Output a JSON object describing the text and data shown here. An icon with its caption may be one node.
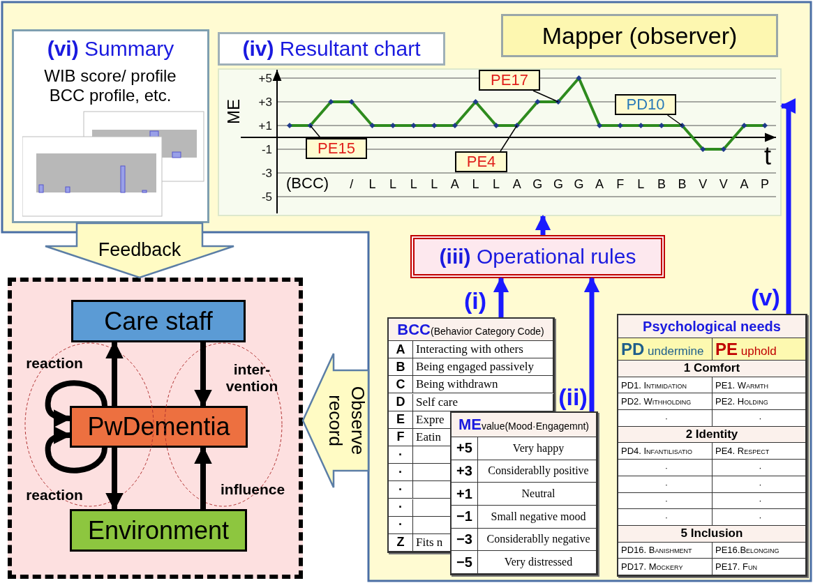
{
  "diagram": {
    "nodes": [
      {
        "text": [
          "Mapper (observer)"
        ]
      },
      {
        "text": [
          "**(vi)** Summary",
          "WIB score/ profile BCC profile, etc."
        ]
      },
      {
        "text": [],
        "shape": "picture",
        "in": 1
      },
      {
        "text": [
          "**(iv)** Resultant chart"
        ]
      },
      {
        "text": [
          "**(iii)** Operational rules"
        ]
      },
      {
        "text": [
          "**BCC**(Behavior Category Code)",
          "A",
          "Interacting with others",
          "B",
          "Being engaged passively",
          "C",
          "Being withdrawn",
          "D",
          "Self care",
          "E",
          "Expre",
          "F",
          "Eatin",
          "·",
          "·",
          "·",
          "·",
          "·",
          "Z",
          "Fits n"
        ]
      },
      {
        "text": [
          "**ME**value(Mood·Engagemnt)",
          "+5",
          "Very happy",
          "+3",
          "Considerablly positive",
          "+1",
          "Neutral",
          "−1",
          "Small negative mood",
          "−3",
          "Considerablly negative",
          "−5",
          "Very distressed"
        ]
      },
      {
        "text": [
          "Psychological needs",
          "**PD** undermine",
          "**PE** uphold",
          "1 Comfort",
          "PD1. Intimidation",
          "PE1. Warmth",
          "PD2. Withholding",
          "PE2. Holding",
          "·",
          "·",
          "2 Identity",
          "PD4. Infantilisatio",
          "PE4. Respect",
          "·",
          "·",
          "·",
          "·",
          "·",
          "·",
          "·",
          "·",
          "5 Inclusion",
          "PD16. Banishment",
          "PE16.Belonging",
          "PD17. Mockery",
          "PE17. Fun"
        ]
      },
      {
        "text": [],
        "shape": "box"
      },
      {
        "text": [
          "Care staff"
        ],
        "in": 8
      },
      {
        "text": [
          "PwDementia"
        ],
        "in": 8
      },
      {
        "text": [
          "Environment"
        ],
        "in": 8
      },
      {
        "text": [
          "PE15"
        ],
        "in": 3
      },
      {
        "text": [
          "PE17"
        ],
        "in": 3
      },
      {
        "text": [
          "PE4"
        ],
        "in": 3
      },
      {
        "text": [
          "PD10"
        ],
        "in": 3
      }
    ],
    "edges": [
      {
        "from": 5,
        "to": 4,
        "arrow": "to",
        "label": "(i)",
        "color": "#1a1aff"
      },
      {
        "from": 6,
        "to": 4,
        "arrow": "to",
        "label": "(ii)",
        "color": "#1a1aff"
      },
      {
        "from": 4,
        "to": 3,
        "arrow": "to",
        "color": "#1a1aff"
      },
      {
        "from": 7,
        "to": 3,
        "arrow": "to",
        "label": "(v)",
        "color": "#1a1aff"
      },
      {
        "from": 10,
        "to": 9,
        "arrow": "to",
        "label": "reaction"
      },
      {
        "from": 9,
        "to": 10,
        "arrow": "to",
        "label": "inter- vention"
      },
      {
        "from": 10,
        "to": 11,
        "arrow": "to",
        "label": "reaction"
      },
      {
        "from": 11,
        "to": 10,
        "arrow": "to",
        "label": "influence"
      },
      {
        "from": 10,
        "to": 10,
        "arrow": "to"
      },
      {
        "from": 10,
        "to": 10,
        "arrow": "to"
      },
      {
        "from": 1,
        "to": 8,
        "arrow": "to",
        "label": "Feedback",
        "style": "thick",
        "color": "#fffbc4"
      },
      {
        "from": null,
        "to": 8,
        "arrow": "to",
        "label": "Observe record",
        "style": "thick",
        "color": "#fffbc4"
      },
      {
        "from": 12,
        "to": null,
        "arrow": "none"
      },
      {
        "from": 13,
        "to": null,
        "arrow": "none"
      },
      {
        "from": 14,
        "to": null,
        "arrow": "none"
      },
      {
        "from": 15,
        "to": null,
        "arrow": "none"
      }
    ],
    "labels": [
      "(BCC)"
    ],
    "chart_data": {
      "type": "line",
      "xlabel": "t",
      "ylabel": "ME",
      "categories": [
        null,
        null,
        null,
        "/",
        "L",
        "L",
        "L",
        "L",
        "A",
        "L",
        "L",
        "A",
        "G",
        "G",
        "G",
        "A",
        "F",
        "L",
        "B",
        "B",
        "V",
        "V",
        "A",
        "P"
      ],
      "series": [
        {
          "color": "#2e8b1e",
          "marker": "diamond",
          "values": [
            1,
            1,
            3,
            3,
            1,
            1,
            1,
            1,
            1,
            3,
            1,
            1,
            3,
            3,
            5,
            1,
            1,
            1,
            1,
            1,
            -1,
            -1,
            1,
            1
          ]
        }
      ],
      "ylim": [
        -5,
        5
      ],
      "yticks": [
        {
          "value": 5,
          "label": "+5"
        },
        {
          "value": 3,
          "label": "+3"
        },
        {
          "value": 1,
          "label": "+1"
        },
        {
          "value": -1,
          "label": "-1"
        },
        {
          "value": -3,
          "label": "-3"
        },
        {
          "value": -5,
          "label": "-5"
        }
      ],
      "grid": true
    }
  }
}
